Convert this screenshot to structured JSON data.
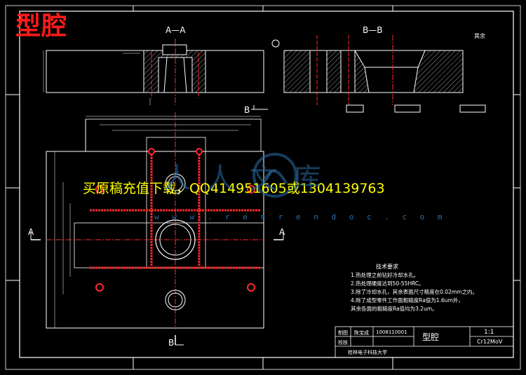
{
  "title": "型腔",
  "watermark": {
    "text": "买原稿充值下载，QQ414951605或1304139763",
    "url": "w w w . r e n r e n d o c . c o m",
    "logo_glyphs": "人人文库"
  },
  "views": {
    "section_aa": "A—A",
    "section_bb": "B—B",
    "cut_a": "A",
    "cut_b": "B",
    "rest_note": "其余"
  },
  "notes": {
    "heading": "技术要求",
    "items": [
      "1.热处理之前钻好冷却水孔。",
      "2.热处理硬度达到50-55HRC。",
      "3.除了冷却水孔，其余表面尺寸精度在0.02mm之内。",
      "4.除了成型零件工作面粗糙度Ra值为1.6um外，",
      "其余各面的粗糙度Ra值均为3.2um。"
    ]
  },
  "title_block": {
    "drawn_label": "制图",
    "drawn_name": "陈宝成",
    "student_id": "1008110001",
    "check_label": "校核",
    "part_name": "型腔",
    "scale": "1:1",
    "material": "Cr12MoV",
    "school": "桂林电子科技大学"
  },
  "colors": {
    "background": "#000000",
    "line": "#ffffff",
    "center": "#ff2a2a",
    "hatch": "#ffffff",
    "title": "#ff1a1a",
    "watermark": "#ffff00",
    "logo": "#2a6ea8"
  }
}
